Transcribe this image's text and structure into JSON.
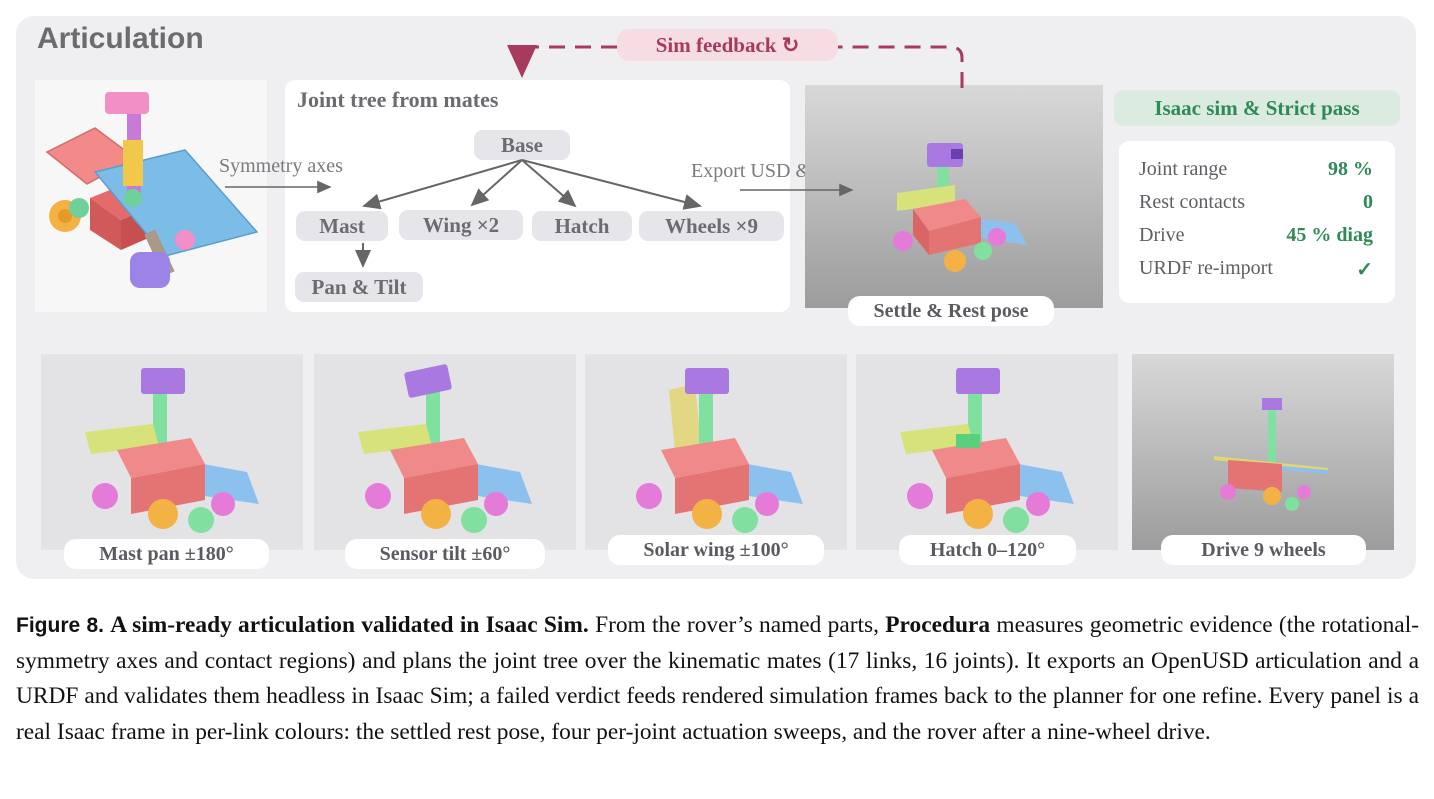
{
  "panel": {
    "title": "Articulation",
    "tree_title": "Joint tree from mates",
    "nodes": {
      "base": "Base",
      "mast": "Mast",
      "wing": "Wing ×2",
      "hatch": "Hatch",
      "wheels": "Wheels ×9",
      "pan_tilt": "Pan & Tilt"
    },
    "edge_labels": {
      "symmetry": "Symmetry axes",
      "export": "Export USD & URDF"
    },
    "sim_feedback": "Sim feedback ↻",
    "settle_label": "Settle & Rest pose",
    "isaac": {
      "title": "Isaac sim & Strict pass",
      "metrics": [
        {
          "label": "Joint range",
          "value": "98 %"
        },
        {
          "label": "Rest contacts",
          "value": "0"
        },
        {
          "label": "Drive",
          "value": "45 % diag"
        },
        {
          "label": "URDF re-import",
          "value": "✓"
        }
      ]
    },
    "sweeps": [
      {
        "label": "Mast pan ±180°"
      },
      {
        "label": "Sensor tilt ±60°"
      },
      {
        "label": "Solar wing ±100°"
      },
      {
        "label": "Hatch 0–120°"
      },
      {
        "label": "Drive 9 wheels"
      }
    ],
    "colors": {
      "feedback": "#a83a5e",
      "pass": "#2f8a55",
      "node_fill": "#e6e6ea"
    }
  },
  "caption": {
    "label": "Figure 8.",
    "title": "A sim-ready articulation validated in Isaac Sim.",
    "part1": "From the rover’s named parts,",
    "system": "Procedura",
    "part2": "measures geometric evidence (the rotational-symmetry axes and contact regions) and plans the joint tree over the kinematic mates (17 links, 16 joints). It exports an OpenUSD articulation and a URDF and validates them headless in Isaac Sim; a failed verdict feeds rendered simulation frames back to the planner for one refine. Every panel is a real Isaac frame in per-link colours: the settled rest pose, four per-joint actuation sweeps, and the rover after a nine-wheel drive."
  }
}
